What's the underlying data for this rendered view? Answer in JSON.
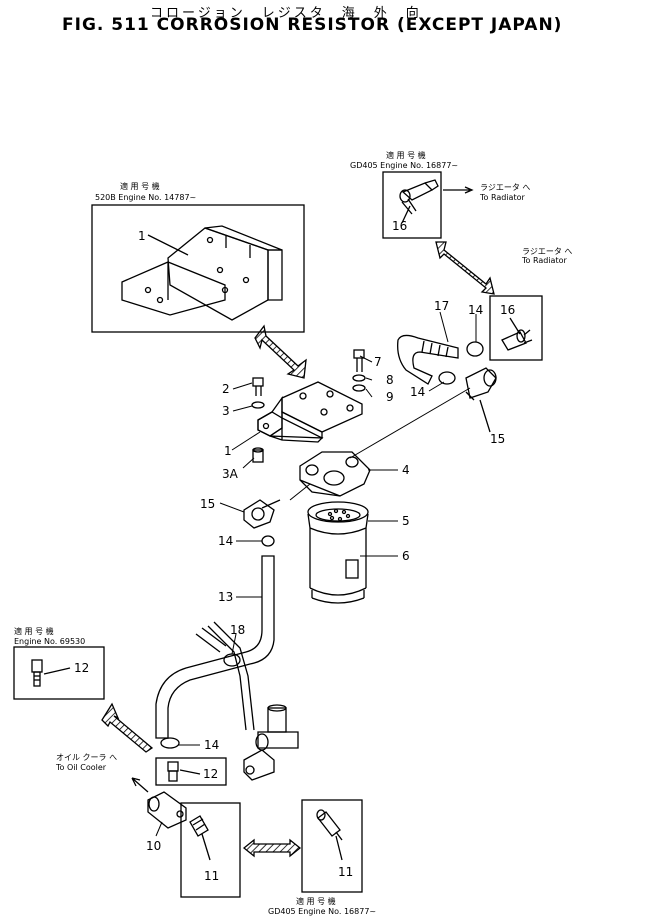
{
  "header": {
    "kana": "コロージョン　レジスタ　海　外　向",
    "title": "FIG. 511  CORROSION RESISTOR (EXCEPT JAPAN)"
  },
  "notes": {
    "n1": {
      "l1": "適 用 号 機",
      "l2": "520B Engine No. 14787~"
    },
    "n2": {
      "l1": "適 用 号 機",
      "l2": "GD405 Engine No. 16877~"
    },
    "n3": {
      "l1": "ラジエータ へ",
      "l2": "To Radiator"
    },
    "n4": {
      "l1": "ラジエータ へ",
      "l2": "To Radiator"
    },
    "n5": {
      "l1": "適 用 号 機",
      "l2": "Engine No. 69530"
    },
    "n6": {
      "l1": "オイル クーラ へ",
      "l2": "To Oil Cooler"
    },
    "n7": {
      "l1": "適 用 号 機",
      "l2": "GD405 Engine No. 16877~"
    }
  },
  "callouts": {
    "c1a": "1",
    "c1b": "1",
    "c2": "2",
    "c3": "3",
    "c3a": "3A",
    "c4": "4",
    "c5": "5",
    "c6": "6",
    "c7": "7",
    "c8": "8",
    "c9": "9",
    "c10": "10",
    "c11a": "11",
    "c11b": "11",
    "c12a": "12",
    "c12b": "12",
    "c13": "13",
    "c14a": "14",
    "c14b": "14",
    "c14c": "14",
    "c14d": "14",
    "c15a": "15",
    "c15b": "15",
    "c16a": "16",
    "c16b": "16",
    "c17": "17",
    "c18": "18"
  }
}
